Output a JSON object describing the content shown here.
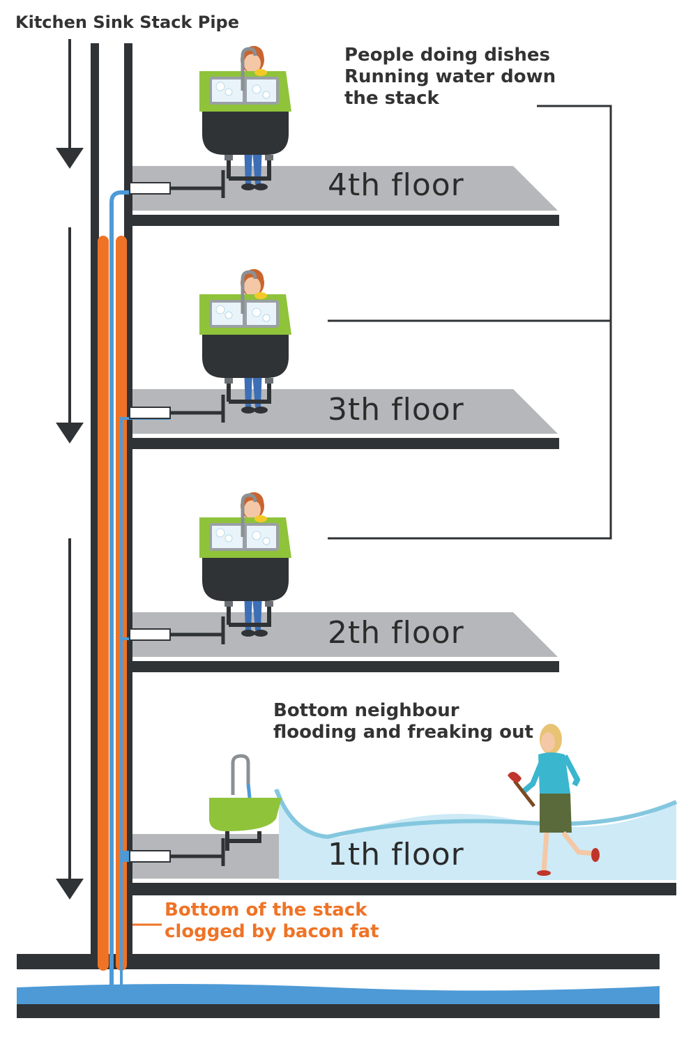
{
  "title": "Kitchen Sink Stack Pipe",
  "top_note": {
    "lines": [
      "People doing dishes",
      "Running water down",
      "the stack"
    ]
  },
  "bottom_note": {
    "lines": [
      "Bottom neighbour",
      "flooding and freaking out"
    ]
  },
  "clog_note": {
    "lines": [
      "Bottom of the stack",
      "clogged by bacon fat"
    ],
    "color": "#ef7326"
  },
  "floors": [
    {
      "label": "4th floor"
    },
    {
      "label": "3th floor"
    },
    {
      "label": "2th floor"
    },
    {
      "label": "1th floor"
    }
  ],
  "colors": {
    "structure": "#2f3336",
    "slab": "#b5b7ba",
    "water": "#4d9ad6",
    "flood_water": "#cdeaf6",
    "flood_edge": "#84c7df",
    "sink": "#8fc33a",
    "grease_pipe": "#ef7326",
    "shirt": "#d9363e",
    "jeans": "#3d6fb6",
    "neighbour_top": "#3bb6cf",
    "neighbour_skirt": "#5a6a3a"
  },
  "icons": [
    "down-arrow-icon",
    "dishwasher-person-icon",
    "sink-icon",
    "neighbour-with-plunger-icon"
  ]
}
